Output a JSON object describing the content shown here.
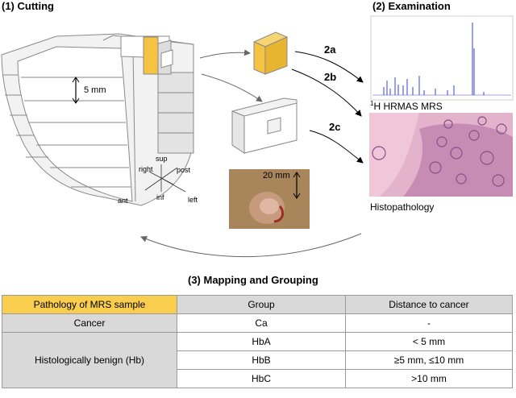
{
  "sections": {
    "cutting": "(1) Cutting",
    "examination": "(2) Examination",
    "mapping": "(3) Mapping and Grouping"
  },
  "labels": {
    "five_mm": "5 mm",
    "twenty_mm": "20 mm",
    "step_2a": "2a",
    "step_2b": "2b",
    "step_2c": "2c",
    "mrs_sup": "1",
    "mrs_caption": "H HRMAS MRS",
    "histo_caption": "Histopathology"
  },
  "axes": {
    "sup": "sup",
    "inf": "inf",
    "right": "right",
    "left": "left",
    "ant": "ant",
    "post": "post"
  },
  "colors": {
    "specimen": "#f5c242",
    "spectrum": "#3a3fd8",
    "header_accent": "#f9cd4e",
    "header_gray": "#d9d9d9"
  },
  "table": {
    "headers": [
      "Pathology of MRS sample",
      "Group",
      "Distance to cancer"
    ],
    "rows": [
      {
        "pathology": "Cancer",
        "group": "Ca",
        "distance": "-"
      },
      {
        "pathology": "Histologically benign (Hb)",
        "group": "HbA",
        "distance": "< 5 mm"
      },
      {
        "group": "HbB",
        "distance": "≥5 mm, ≤10 mm"
      },
      {
        "group": "HbC",
        "distance": ">10 mm"
      }
    ]
  }
}
